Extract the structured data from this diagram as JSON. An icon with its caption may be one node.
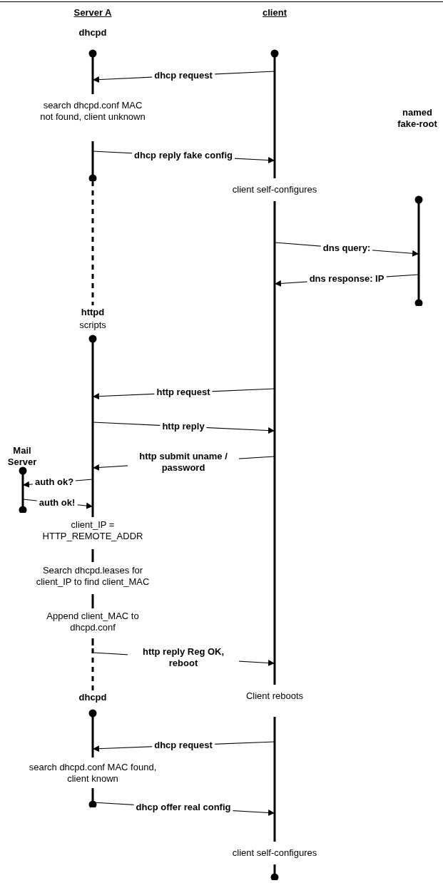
{
  "diagram": {
    "nodes": [
      {
        "text": [
          "Server A",
          "dhcpd"
        ]
      },
      {
        "text": [
          "client"
        ]
      },
      {
        "text": [
          "named fake-root"
        ]
      },
      {
        "text": [
          "httpd",
          "scripts"
        ]
      },
      {
        "text": [
          "Mail Server"
        ]
      },
      {
        "text": [
          "dhcpd"
        ]
      }
    ],
    "edges": [
      {
        "from": 1,
        "to": 0,
        "arrow": "to",
        "label": "dhcp request"
      },
      {
        "from": 0,
        "to": 1,
        "arrow": "to",
        "label": "dhcp reply fake config"
      },
      {
        "from": 1,
        "to": 2,
        "arrow": "to",
        "label": "dns query:"
      },
      {
        "from": 2,
        "to": 1,
        "arrow": "to",
        "label": "dns response: IP"
      },
      {
        "from": 1,
        "to": 3,
        "arrow": "to",
        "label": "http request"
      },
      {
        "from": 3,
        "to": 1,
        "arrow": "to",
        "label": "http reply"
      },
      {
        "from": 1,
        "to": 3,
        "arrow": "to",
        "label": "http submit uname / password"
      },
      {
        "from": 3,
        "to": 4,
        "arrow": "to",
        "label": "auth ok?"
      },
      {
        "from": 4,
        "to": 3,
        "arrow": "to",
        "label": "auth ok!"
      },
      {
        "from": 3,
        "to": 1,
        "arrow": "to",
        "label": "http reply Reg OK, reboot"
      },
      {
        "from": 1,
        "to": 5,
        "arrow": "to",
        "label": "dhcp request"
      },
      {
        "from": 5,
        "to": 1,
        "arrow": "to",
        "label": "dhcp offer real config"
      },
      {
        "from": 0,
        "to": 3,
        "arrow": "none",
        "style": "dashed"
      },
      {
        "from": 3,
        "to": 5,
        "arrow": "none",
        "style": "dashed"
      }
    ],
    "labels": [
      "search dhcpd.conf MAC not found, client unknown",
      "client self-configures",
      "client_IP = HTTP_REMOTE_ADDR",
      "Search dhcpd.leases for client_IP to find client_MAC",
      "Append client_MAC to dhcpd.conf",
      "Client reboots",
      "search dhcpd.conf MAC found, client known",
      "client self-configures"
    ]
  }
}
